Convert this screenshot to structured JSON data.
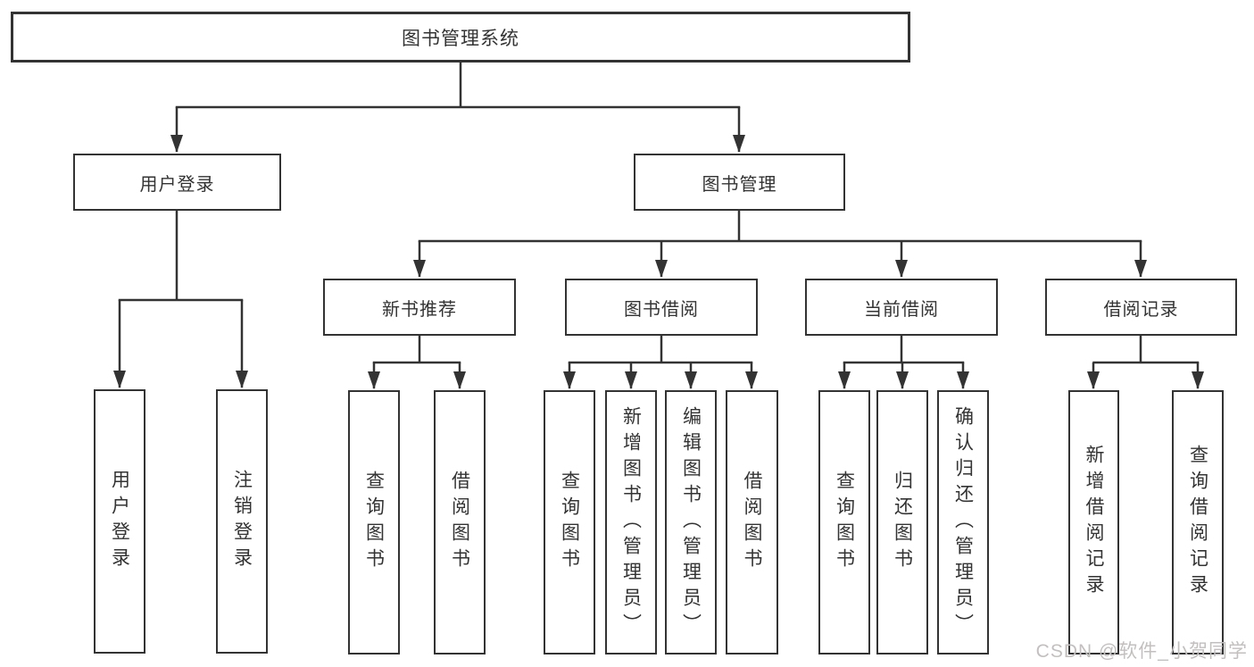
{
  "tree": {
    "root": {
      "label": "图书管理系统"
    },
    "branches": [
      {
        "label": "用户登录",
        "children": [
          {
            "label": "用户登录"
          },
          {
            "label": "注销登录"
          }
        ]
      },
      {
        "label": "图书管理",
        "children": [
          {
            "label": "新书推荐",
            "children": [
              {
                "label": "查询图书"
              },
              {
                "label": "借阅图书"
              }
            ]
          },
          {
            "label": "图书借阅",
            "children": [
              {
                "label": "查询图书"
              },
              {
                "label": "新增图书（管理员）"
              },
              {
                "label": "编辑图书（管理员）"
              },
              {
                "label": "借阅图书"
              }
            ]
          },
          {
            "label": "当前借阅",
            "children": [
              {
                "label": "查询图书"
              },
              {
                "label": "归还图书"
              },
              {
                "label": "确认归还（管理员）"
              }
            ]
          },
          {
            "label": "借阅记录",
            "children": [
              {
                "label": "新增借阅记录"
              },
              {
                "label": "查询借阅记录"
              }
            ]
          }
        ]
      }
    ]
  },
  "watermark": "CSDN @软件_小贺同学",
  "colors": {
    "line": "#333333",
    "box_border": "#333333",
    "box_fill": "#ffffff",
    "text": "#333333",
    "watermark_text": "#c3bfbf",
    "background": "#ffffff"
  }
}
